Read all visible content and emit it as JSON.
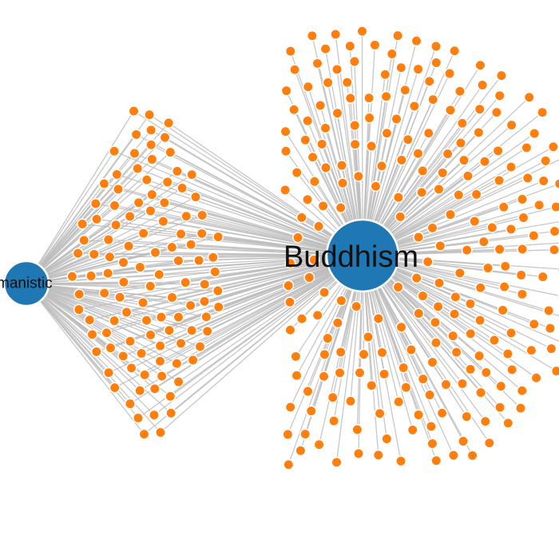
{
  "graph": {
    "colors": {
      "hub": "#1f77b4",
      "leaf": "#ff7f0e",
      "edge": "#bdbdbd",
      "background": "#ffffff"
    },
    "hubs": [
      {
        "id": "humanistic",
        "label": "manistic",
        "leaf_count": 110
      },
      {
        "id": "buddhism",
        "label": "Buddhism",
        "leaf_count": 240
      }
    ]
  }
}
